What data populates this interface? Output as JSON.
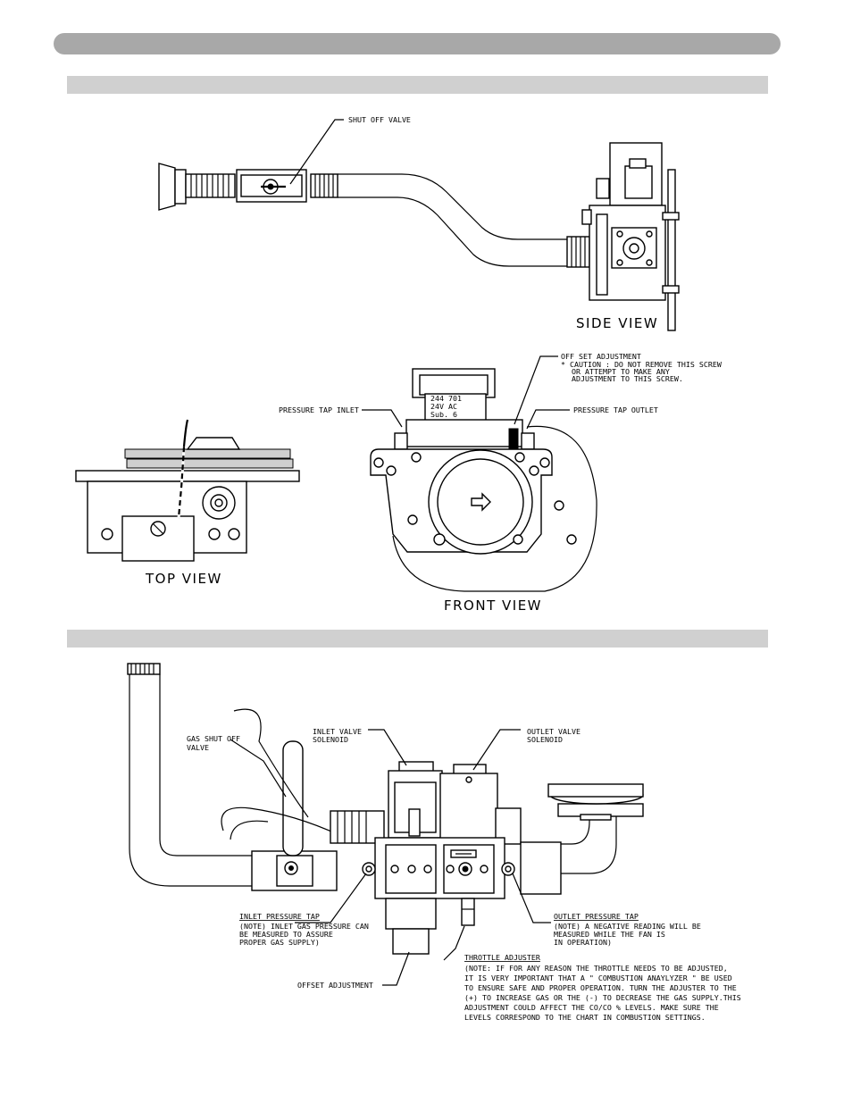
{
  "labels": {
    "shut_off_valve": "SHUT OFF VALVE",
    "side_view": "SIDE VIEW",
    "top_view": "TOP VIEW",
    "front_view": "FRONT VIEW",
    "pressure_tap_inlet": "PRESSURE TAP INLET",
    "pressure_tap_outlet": "PRESSURE TAP OUTLET",
    "offset_adjustment_lines": [
      "OFF SET ADJUSTMENT",
      "* CAUTION : DO NOT REMOVE THIS SCREW",
      "OR ATTEMPT TO MAKE  ANY",
      "ADJUSTMENT TO THIS SCREW."
    ],
    "gas_shut_off_valve_lines": [
      "GAS SHUT OFF",
      "VALVE"
    ],
    "inlet_valve_solenoid_lines": [
      "INLET VALVE",
      "SOLENOID"
    ],
    "outlet_valve_solenoid_lines": [
      "OUTLET VALVE",
      "SOLENOID"
    ],
    "inlet_pressure_tap_lines": [
      "INLET PRESSURE TAP",
      "(NOTE) INLET GAS PRESSURE CAN",
      "BE MEASURED TO ASSURE",
      "PROPER GAS SUPPLY)"
    ],
    "outlet_pressure_tap_lines": [
      "OUTLET PRESSURE TAP",
      "(NOTE) A NEGATIVE READING WILL BE",
      "MEASURED WHILE THE FAN IS",
      "IN OPERATION)"
    ],
    "offset_adjustment_bottom": "OFFSET ADJUSTMENT",
    "throttle_adjuster_lines": [
      "THROTTLE ADJUSTER",
      "(NOTE: IF FOR ANY REASON THE THROTTLE NEEDS TO BE ADJUSTED,",
      "IT IS VERY IMPORTANT THAT A \" COMBUSTION ANAYLYZER \" BE USED",
      "TO ENSURE SAFE AND PROPER OPERATION. TURN THE ADJUSTER TO THE",
      "(+) TO INCREASE GAS OR THE (-) TO DECREASE THE GAS SUPPLY.THIS",
      "ADJUSTMENT COULD AFFECT THE CO/CO % LEVELS. MAKE SURE THE",
      "LEVELS CORRESPOND TO THE CHART IN COMBUSTION SETTINGS."
    ],
    "valve_plate_lines": [
      "244 701",
      "24V AC",
      "Sub. 6"
    ]
  }
}
